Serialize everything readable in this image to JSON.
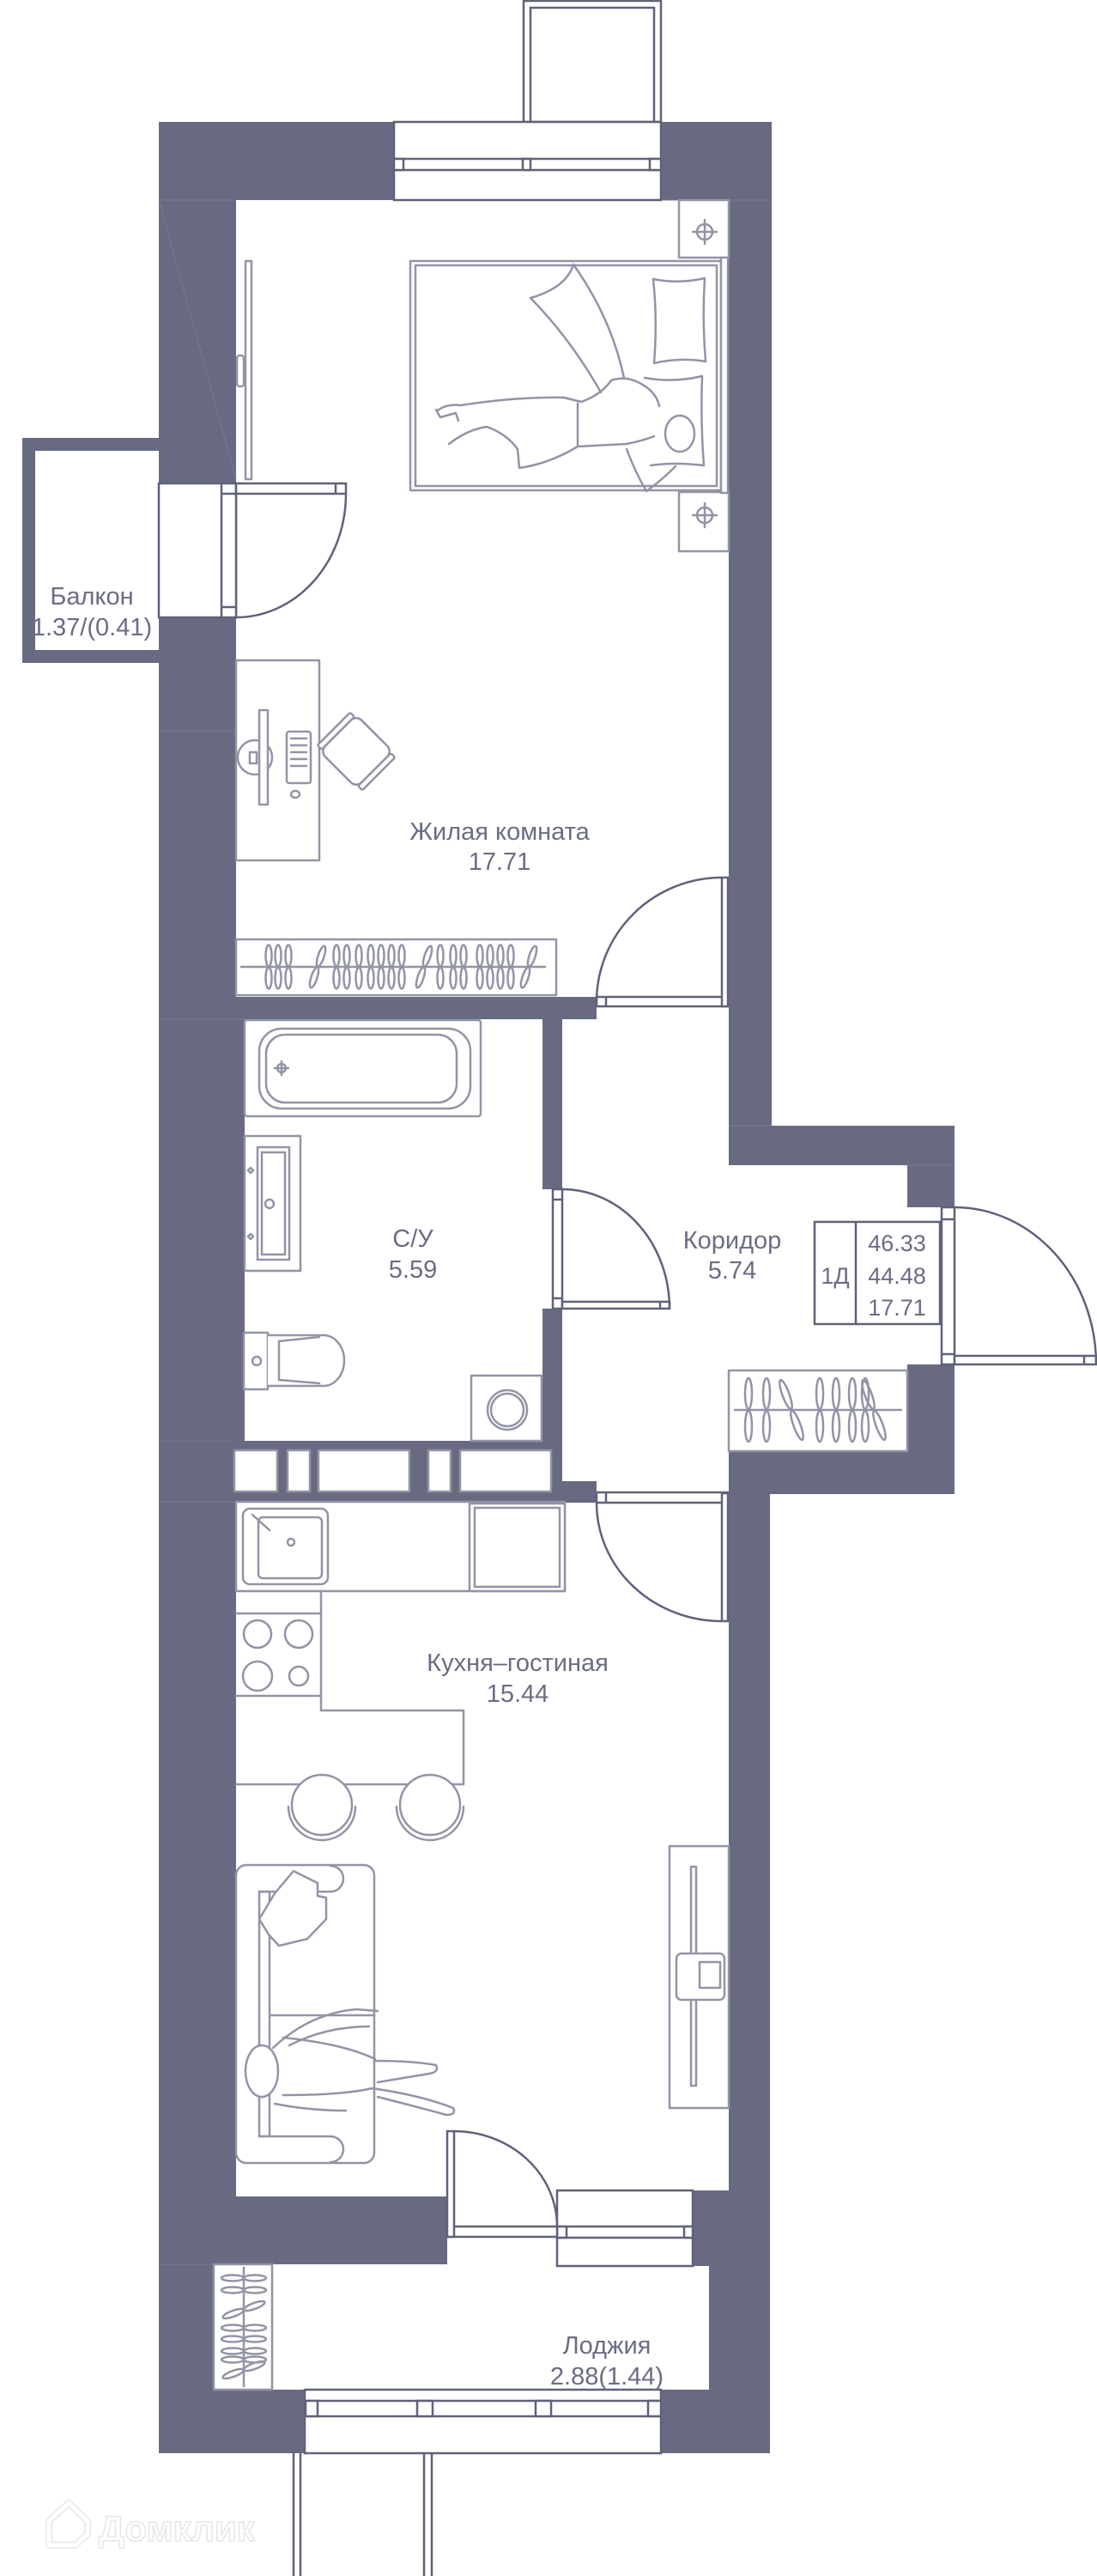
{
  "rooms": {
    "balcony": {
      "name": "Балкон",
      "area": "1.37/(0.41)"
    },
    "living_room": {
      "name": "Жилая комната",
      "area": "17.71"
    },
    "bathroom": {
      "name": "С/У",
      "area": "5.59"
    },
    "corridor": {
      "name": "Коридор",
      "area": "5.74"
    },
    "kitchen_living": {
      "name": "Кухня–гостиная",
      "area": "15.44"
    },
    "loggia": {
      "name": "Лоджия",
      "area": "2.88(1.44)"
    }
  },
  "summary": {
    "unit_type": "1Д",
    "total_area": "46.33",
    "area_without_balconies": "44.48",
    "living_area": "17.71"
  },
  "watermark": {
    "text": "Домклик",
    "icon": "house-logo-icon"
  },
  "icons": {
    "socket": "crosshair-icon",
    "bath_drain": "crosshair-icon",
    "door_swing": "door-arc-icon"
  },
  "colors": {
    "wall": "#676a80",
    "door_window_line": "#5f6278",
    "furniture_line": "#9294a6",
    "label_text": "#6a6d83",
    "background": "#ffffff"
  }
}
